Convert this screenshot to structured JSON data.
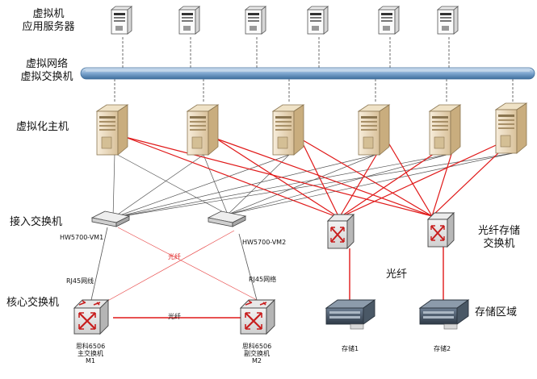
{
  "labels": {
    "vm_line1": "虚拟机",
    "vm_line2": "应用服务器",
    "vnet_line1": "虚拟网络",
    "vnet_line2": "虚拟交换机",
    "virt_host": "虚拟化主机",
    "access_switch": "接入交换机",
    "core_switch": "核心交换机",
    "fc_switch_line1": "光纤存储",
    "fc_switch_line2": "交换机",
    "fiber_center": "光纤",
    "storage_area": "存储区域"
  },
  "devices": {
    "access_left": "HW5700-VM1",
    "access_right": "HW5700-VM2",
    "core_main_line1": "思科6506",
    "core_main_line2": "主交换机",
    "core_main_line3": "M1",
    "core_sub_line1": "思科6506",
    "core_sub_line2": "副交换机",
    "core_sub_line3": "M2",
    "storage1": "存储1",
    "storage2": "存储2"
  },
  "links": {
    "rj45_left": "RJ45网线",
    "rj45_right": "RJ45网络",
    "fiber_cross": "光纤",
    "fiber_core": "光纤"
  },
  "colors": {
    "fiber_red": "#e01818",
    "copper_gray": "#555555",
    "bus_blue": "#8fb3d6"
  },
  "icons": {
    "vm_server": "server-tower-icon",
    "host": "host-server-icon",
    "access_switch": "flat-switch-icon",
    "core_switch": "router-cube-icon",
    "fc_switch": "fc-switch-icon",
    "storage": "storage-array-icon"
  }
}
